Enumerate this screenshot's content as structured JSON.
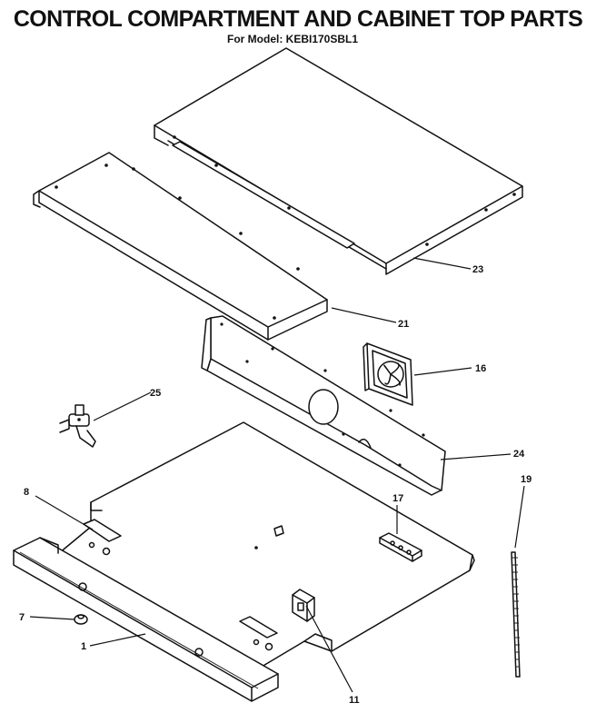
{
  "header": {
    "title": "CONTROL COMPARTMENT  AND CABINET TOP PARTS",
    "subtitle": "For Model: KEBI170SBL1"
  },
  "callouts": {
    "p23": "23",
    "p21": "21",
    "p16": "16",
    "p25": "25",
    "p24": "24",
    "p19": "19",
    "p8": "8",
    "p17": "17",
    "p7": "7",
    "p1": "1",
    "p11": "11"
  }
}
